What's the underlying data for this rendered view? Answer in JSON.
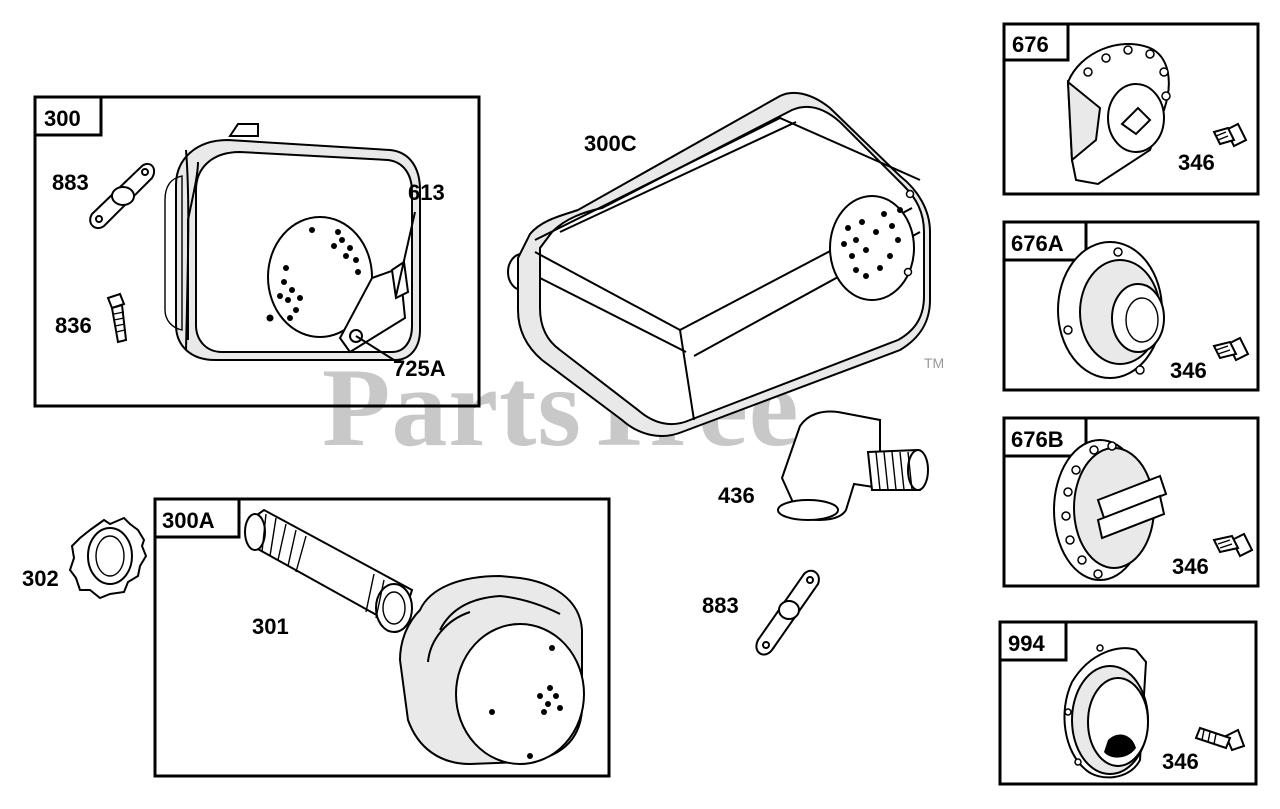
{
  "watermark": {
    "text": "PartsTree",
    "trademark": "TM"
  },
  "groups": [
    {
      "tag": "300",
      "labels": [
        "883",
        "613",
        "836",
        "725A"
      ]
    },
    {
      "tag": "300A",
      "labels": [
        "301"
      ]
    },
    {
      "tag": "676",
      "labels": [
        "346"
      ]
    },
    {
      "tag": "676A",
      "labels": [
        "346"
      ]
    },
    {
      "tag": "676B",
      "labels": [
        "346"
      ]
    },
    {
      "tag": "994",
      "labels": [
        "346"
      ]
    }
  ],
  "loose_labels": [
    "300C",
    "436",
    "302",
    "883"
  ]
}
